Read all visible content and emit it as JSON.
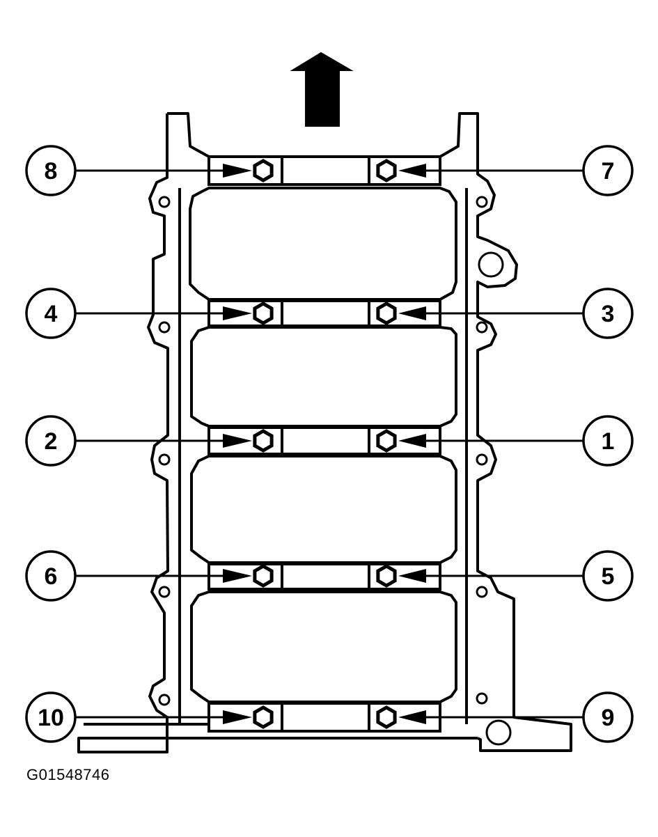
{
  "figure_id": "G01548746",
  "colors": {
    "line": "#000000",
    "background": "#ffffff"
  },
  "front_arrow_icon": "up-arrow-icon",
  "bolts": [
    {
      "number": "8",
      "side": "left",
      "row": 1
    },
    {
      "number": "7",
      "side": "right",
      "row": 1
    },
    {
      "number": "4",
      "side": "left",
      "row": 2
    },
    {
      "number": "3",
      "side": "right",
      "row": 2
    },
    {
      "number": "2",
      "side": "left",
      "row": 3
    },
    {
      "number": "1",
      "side": "right",
      "row": 3
    },
    {
      "number": "6",
      "side": "left",
      "row": 4
    },
    {
      "number": "5",
      "side": "right",
      "row": 4
    },
    {
      "number": "10",
      "side": "left",
      "row": 5
    },
    {
      "number": "9",
      "side": "right",
      "row": 5
    }
  ]
}
